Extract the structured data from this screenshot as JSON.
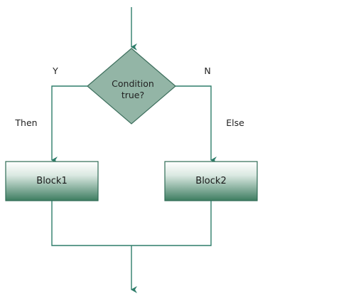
{
  "decision": {
    "line1": "Condition",
    "line2": "true?"
  },
  "branches": {
    "yes": "Y",
    "no": "N",
    "then": "Then",
    "else": "Else"
  },
  "blocks": {
    "left": "Block1",
    "right": "Block2"
  },
  "colors": {
    "line": "#2e7d6a",
    "diamond_fill": "#93b5a6",
    "diamond_stroke": "#3c6e5c",
    "block_top": "#ffffff",
    "block_bottom": "#3d7c60",
    "block_stroke": "#2e6b55"
  }
}
